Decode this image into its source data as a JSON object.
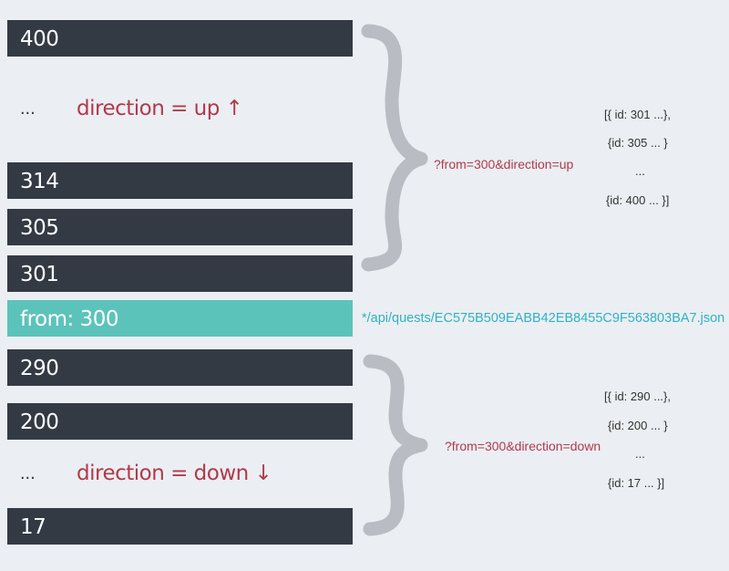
{
  "top_group": {
    "bars": [
      {
        "label": "400"
      },
      {
        "label": "314"
      },
      {
        "label": "305"
      },
      {
        "label": "301"
      }
    ],
    "ellipsis": "...",
    "direction": "direction = up ↑",
    "query": "?from=300&direction=up",
    "response": [
      "[{ id: 301 ...},",
      "{id: 305 ... }",
      "...",
      "{id: 400 ... }]"
    ]
  },
  "cursor": {
    "label": "from: 300",
    "endpoint": "*/api/quests/EC575B509EABB42EB8455C9F563803BA7.json"
  },
  "bottom_group": {
    "bars": [
      {
        "label": "290"
      },
      {
        "label": "200"
      },
      {
        "label": "17"
      }
    ],
    "ellipsis": "...",
    "direction": "direction = down ↓",
    "query": "?from=300&direction=down",
    "response": [
      "[{ id: 290 ...},",
      "{id: 200 ... }",
      "...",
      "{id:  17 ... }]"
    ]
  },
  "colors": {
    "bar": "#333a44",
    "cursor_bar": "#5cc3bb",
    "direction_text": "#b03a4c",
    "endpoint_text": "#2fb3c4",
    "brace": "#b9bdc3",
    "background": "#ebeef2"
  }
}
